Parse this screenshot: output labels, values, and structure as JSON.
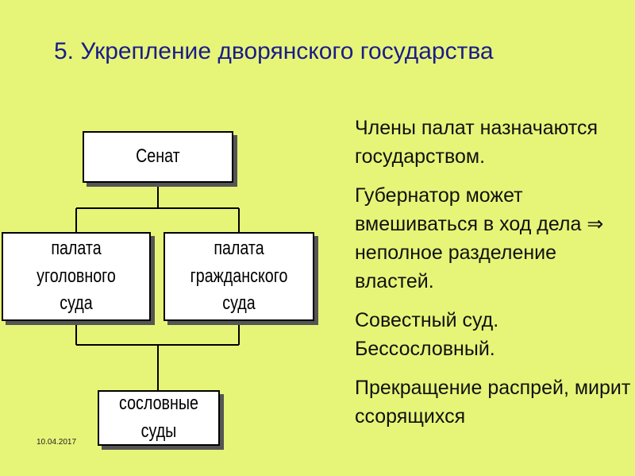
{
  "title": "5. Укрепление дворянского государства",
  "diagram": {
    "senat": "Сенат",
    "palata_ugolovnogo": "палата уголовного суда",
    "palata_grazhdanskogo": "палата гражданского суда",
    "soslovnye_sudy": "сословные суды"
  },
  "notes": [
    "Члены палат назначаются государством.",
    "Губернатор может вмешиваться в ход дела ⇒ неполное разделение властей.",
    "Совестный суд. Бессословный.",
    "Прекращение распрей, мирит ссорящихся"
  ],
  "date": "10.04.2017"
}
